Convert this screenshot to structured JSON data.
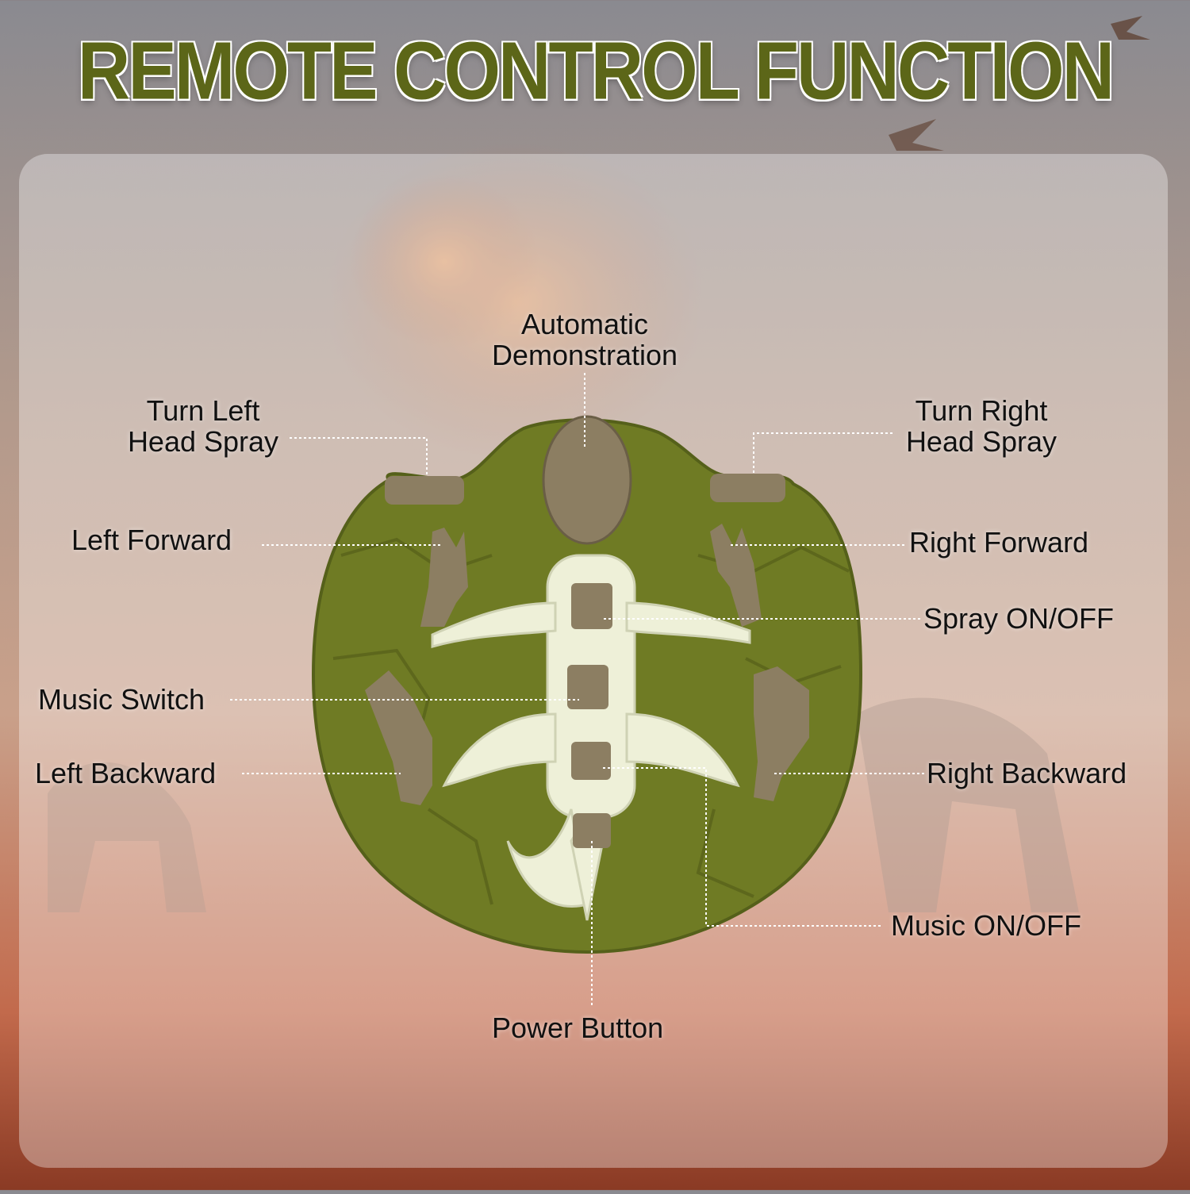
{
  "title": "REMOTE CONTROL FUNCTION",
  "labels": {
    "automatic_demo_line1": "Automatic",
    "automatic_demo_line2": "Demonstration",
    "turn_left_line1": "Turn Left",
    "turn_left_line2": "Head Spray",
    "turn_right_line1": "Turn Right",
    "turn_right_line2": "Head Spray",
    "left_forward": "Left Forward",
    "right_forward": "Right Forward",
    "spray_on_off": "Spray ON/OFF",
    "music_switch": "Music Switch",
    "left_backward": "Left Backward",
    "right_backward": "Right Backward",
    "music_on_off": "Music ON/OFF",
    "power_button": "Power Button"
  },
  "colors": {
    "title": "#5c6618",
    "remote_body": "#6f7b24",
    "bones": "#eef0d8",
    "buttons": "#8c7e62"
  }
}
